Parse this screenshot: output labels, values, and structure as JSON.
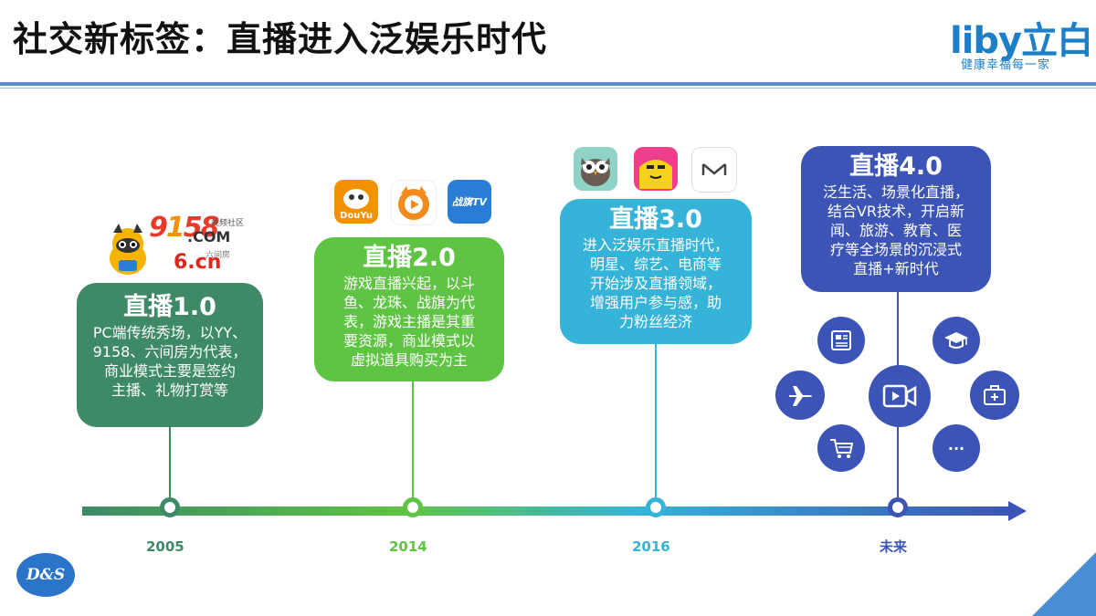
{
  "header": {
    "title": "社交新标签：直播进入泛娱乐时代",
    "logo_text": "liby立白",
    "logo_slogan": "健康幸福每一家"
  },
  "stages": [
    {
      "title": "直播1.0",
      "text": "PC端传统秀场，以YY、\n9158、六间房为代表，\n商业模式主要是签约\n主播、礼物打赏等",
      "year": "2005",
      "color": "#3e8a66"
    },
    {
      "title": "直播2.0",
      "text": "游戏直播兴起，以斗\n鱼、龙珠、战旗为代\n表，游戏主播是其重\n要资源，商业模式以\n虚拟道具购买为主",
      "year": "2014",
      "color": "#5fc444"
    },
    {
      "title": "直播3.0",
      "text": "进入泛娱乐直播时代，\n明星、综艺、电商等\n开始涉及直播领域，\n增强用户参与感，助\n力粉丝经济",
      "year": "2016",
      "color": "#36b3d8"
    },
    {
      "title": "直播4.0",
      "text": "泛生活、场景化直播，\n结合VR技术，开启新\n闻、旅游、教育、医\n疗等全场景的沉浸式\n直播+新时代",
      "year": "未来",
      "color": "#3c54b6"
    }
  ],
  "platform_logos": {
    "s1": [
      "9158.COM",
      "视频社区",
      "6.cn",
      "六间房"
    ],
    "s2": [
      "DouYu",
      "战旗TV"
    ]
  },
  "icons": {
    "stage1": [
      "yy-mascot-icon",
      "9158-logo-icon",
      "6cn-logo-icon"
    ],
    "stage2": [
      "douyu-icon",
      "longzhu-icon",
      "zhanqi-icon"
    ],
    "stage3": [
      "owl-icon",
      "face-app-icon",
      "m-app-icon"
    ],
    "stage4": [
      "news-icon",
      "education-icon",
      "travel-icon",
      "video-icon",
      "medical-icon",
      "shopping-cart-icon",
      "more-icon"
    ]
  },
  "footer": {
    "badge": "D&S"
  }
}
